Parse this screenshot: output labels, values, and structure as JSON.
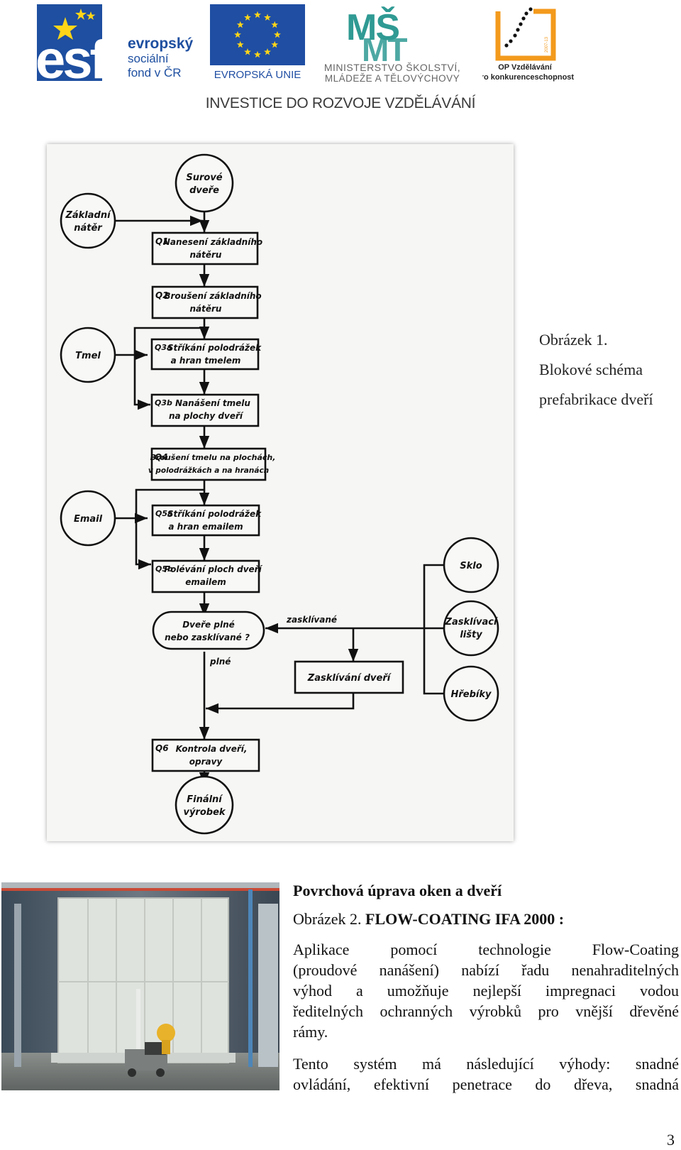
{
  "header": {
    "esf": {
      "line1": "evropský",
      "line2": "sociální",
      "line3": "fond v ČR"
    },
    "eu": {
      "label": "EVROPSKÁ UNIE"
    },
    "msmt": {
      "line1": "MINISTERSTVO ŠKOLSTVÍ,",
      "line2": "MLÁDEŽE A TĚLOVÝCHOVY"
    },
    "op": {
      "line1": "OP Vzdělávání",
      "line2": "pro konkurenceschopnost",
      "years": "2007-13"
    },
    "tagline": "INVESTICE DO ROZVOJE VZDĚLÁVÁNÍ"
  },
  "figure1": {
    "circles": {
      "surove": [
        "Surové",
        "dveře"
      ],
      "zakladni": [
        "Základní",
        "nátěr"
      ],
      "tmel": [
        "Tmel"
      ],
      "email": [
        "Email"
      ],
      "sklo": [
        "Sklo"
      ],
      "lisy": [
        "Zasklívací",
        "lišty"
      ],
      "hrebiky": [
        "Hřebíky"
      ],
      "final": [
        "Finální",
        "výrobek"
      ]
    },
    "boxes": {
      "q1": {
        "code": "Q1",
        "lines": [
          "Nanesení základního",
          "nátěru"
        ]
      },
      "q2": {
        "code": "Q2",
        "lines": [
          "Broušení základního",
          "nátěru"
        ]
      },
      "q3a": {
        "code": "Q3a",
        "lines": [
          "Stříkání polodrážek",
          "a hran tmelem"
        ]
      },
      "q3b": {
        "code": "Q3b",
        "lines": [
          "Nanášení tmelu",
          "na plochy dveří"
        ]
      },
      "q4": {
        "code": "Q4",
        "lines": [
          "Broušení tmelu na plochách,",
          "v polodrážkách a na hranách"
        ]
      },
      "q5a": {
        "code": "Q5a",
        "lines": [
          "Stříkání polodrážek",
          "a hran emailem"
        ]
      },
      "q5b": {
        "code": "Q5b",
        "lines": [
          "Polévání ploch dveří",
          "emailem"
        ]
      },
      "zasklivani": {
        "code": "",
        "lines": [
          "Zasklívání dveří"
        ]
      },
      "q6": {
        "code": "Q6",
        "lines": [
          "Kontrola dveří,",
          "opravy"
        ]
      }
    },
    "decision": [
      "Dveře plné",
      "nebo zasklívané ?"
    ],
    "label_zasklivane": "zasklívané",
    "label_plne": "plné"
  },
  "caption1": {
    "line1": "Obrázek 1.",
    "line2": "Blokové schéma",
    "line3": "prefabrikace dveří"
  },
  "section": {
    "heading": "Povrchová úprava oken a dveří",
    "caption2_prefix": "Obrázek 2.",
    "caption2_bold": "FLOW-COATING IFA 2000 :",
    "para1": [
      "Aplikace pomocí technologie Flow-Coating",
      "(proudové nanášení) nabízí řadu nenahraditelných",
      "výhod a umožňuje nejlepší impregnaci vodou",
      "ředitelných ochranných výrobků pro vnější dřevěné",
      "rámy."
    ],
    "para2": [
      "Tento systém má následující výhody: snadné",
      "ovládání, efektivní penetrace do dřeva, snadná"
    ]
  },
  "page_number": "3",
  "colors": {
    "esf_blue": "#1e4fa0",
    "eu_blue": "#1f4ea3",
    "eu_star": "#ffd617",
    "msmt_teal": "#2f9a93",
    "op_orange": "#f39a1c"
  }
}
